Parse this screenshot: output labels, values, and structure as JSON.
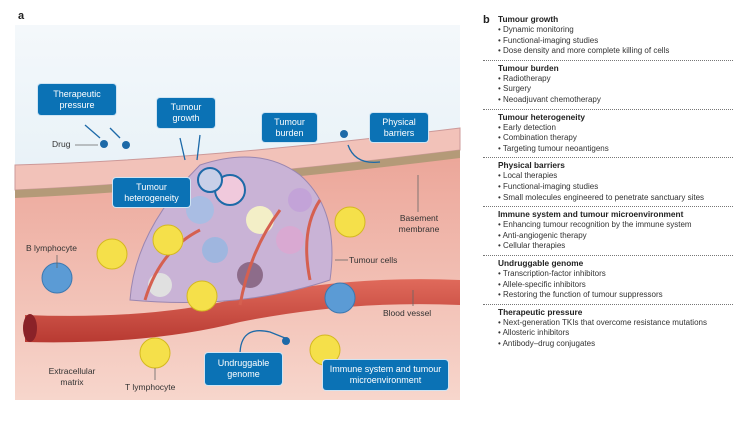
{
  "panel_a": {
    "letter": "a",
    "boxes": {
      "therapeutic_pressure": "Therapeutic pressure",
      "tumour_growth": "Tumour growth",
      "tumour_burden": "Tumour burden",
      "physical_barriers": "Physical barriers",
      "tumour_heterogeneity": "Tumour heterogeneity",
      "undruggable_genome": "Undruggable genome",
      "immune_system": "Immune system and tumour microenvironment"
    },
    "labels": {
      "drug": "Drug",
      "b_lymphocyte": "B lymphocyte",
      "basement_membrane": "Basement membrane",
      "tumour_cells": "Tumour cells",
      "blood_vessel": "Blood vessel",
      "extracellular_matrix": "Extracellular matrix",
      "t_lymphocyte": "T lymphocyte"
    },
    "colors": {
      "box": "#0b72b5",
      "yellow_cell": "#f5e04a",
      "blue_cell": "#5b9bd5",
      "vessel": "#d9574a"
    }
  },
  "panel_b": {
    "letter": "b",
    "sections": [
      {
        "title": "Tumour growth",
        "items": [
          "Dynamic monitoring",
          "Functional-imaging studies",
          "Dose density and more complete killing of cells"
        ]
      },
      {
        "title": "Tumour burden",
        "items": [
          "Radiotherapy",
          "Surgery",
          "Neoadjuvant chemotherapy"
        ]
      },
      {
        "title": "Tumour heterogeneity",
        "items": [
          "Early detection",
          "Combination therapy",
          "Targeting tumour neoantigens"
        ]
      },
      {
        "title": "Physical barriers",
        "items": [
          "Local therapies",
          "Functional-imaging studies",
          "Small molecules engineered to penetrate sanctuary sites"
        ]
      },
      {
        "title": "Immune system and tumour microenvironment",
        "items": [
          "Enhancing tumour recognition by the immune system",
          "Anti-angiogenic therapy",
          "Cellular therapies"
        ]
      },
      {
        "title": "Undruggable genome",
        "items": [
          "Transcription-factor inhibitors",
          "Allele-specific inhibitors",
          "Restoring the function of tumour suppressors"
        ]
      },
      {
        "title": "Therapeutic pressure",
        "items": [
          "Next-generation TKIs that overcome resistance mutations",
          "Allosteric inhibitors",
          "Antibody–drug conjugates"
        ]
      }
    ]
  }
}
